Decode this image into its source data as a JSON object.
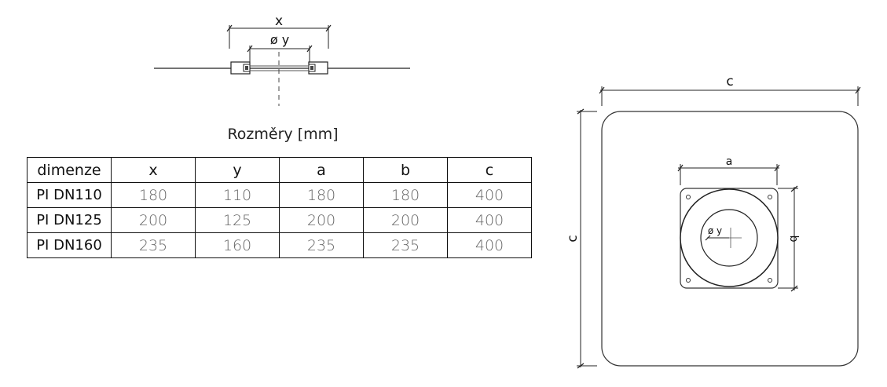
{
  "side_view": {
    "label_x": "x",
    "label_y": "ø y"
  },
  "table": {
    "title": "Rozměry [mm]",
    "headers": [
      "dimenze",
      "x",
      "y",
      "a",
      "b",
      "c"
    ],
    "rows": [
      [
        "PI DN110",
        "180",
        "110",
        "180",
        "180",
        "400"
      ],
      [
        "PI DN125",
        "200",
        "125",
        "200",
        "200",
        "400"
      ],
      [
        "PI DN160",
        "235",
        "160",
        "235",
        "235",
        "400"
      ]
    ]
  },
  "plan_view": {
    "label_c_top": "c",
    "label_c_left": "c",
    "label_a": "a",
    "label_b": "b",
    "label_y": "ø y"
  }
}
